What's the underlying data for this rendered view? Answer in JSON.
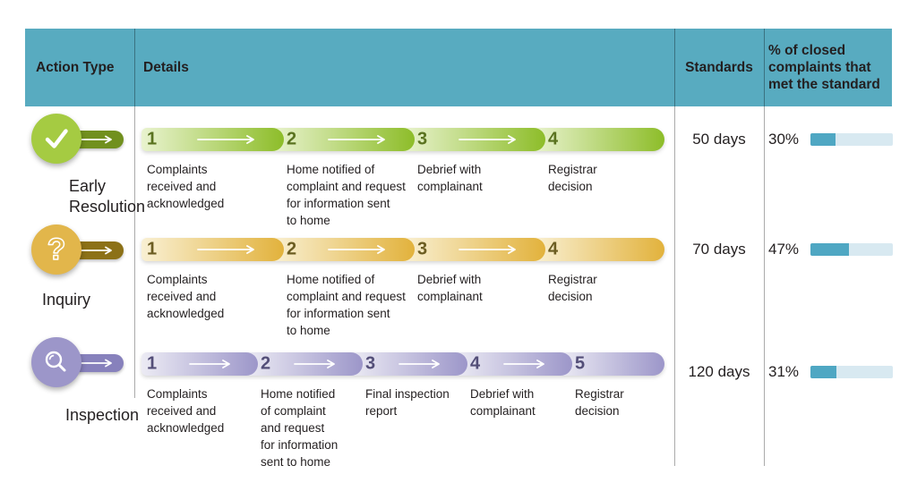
{
  "header": {
    "action_type": "Action Type",
    "details": "Details",
    "standards": "Standards",
    "closed_pct": "% of closed\ncomplaints that\nmet the standard"
  },
  "colors": {
    "teal_header": "#58ABC0",
    "ink": "#231F20",
    "bar_fill": "#4FA7C3",
    "bar_track": "#D8E9F1",
    "green": {
      "circle": "#A5CB42",
      "pill": "#71901E",
      "band_light": "#E9F3CF",
      "band_strong": "#8DBD29",
      "number": "#5A7320"
    },
    "gold": {
      "circle": "#E2B64B",
      "pill": "#8C7117",
      "band_light": "#F9F0D3",
      "band_strong": "#E2B23C",
      "number": "#6C5D22"
    },
    "purple": {
      "circle": "#9C96C9",
      "pill": "#8781BC",
      "band_light": "#ECEBF4",
      "band_strong": "#9C96C9",
      "number": "#534E78"
    }
  },
  "rows": [
    {
      "label": "Early\nResolution",
      "icon": "check-icon",
      "standard": "50 days",
      "percent_label": "30%",
      "percent": 30,
      "steps": [
        {
          "num": "1",
          "text": "Complaints\nreceived and\nacknowledged"
        },
        {
          "num": "2",
          "text": "Home notified of\ncomplaint and request\nfor information sent\nto home"
        },
        {
          "num": "3",
          "text": "Debrief with\ncomplainant"
        },
        {
          "num": "4",
          "text": "Registrar\ndecision"
        }
      ]
    },
    {
      "label": "Inquiry",
      "icon": "question-icon",
      "standard": "70 days",
      "percent_label": "47%",
      "percent": 47,
      "steps": [
        {
          "num": "1",
          "text": "Complaints\nreceived and\nacknowledged"
        },
        {
          "num": "2",
          "text": "Home notified of\ncomplaint and request\nfor information sent\nto home"
        },
        {
          "num": "3",
          "text": "Debrief with\ncomplainant"
        },
        {
          "num": "4",
          "text": "Registrar\ndecision"
        }
      ]
    },
    {
      "label": "Inspection",
      "icon": "magnifier-icon",
      "standard": "120 days",
      "percent_label": "31%",
      "percent": 31,
      "steps": [
        {
          "num": "1",
          "text": "Complaints\nreceived and\nacknowledged"
        },
        {
          "num": "2",
          "text": "Home notified\nof complaint\nand request\nfor information\nsent to home"
        },
        {
          "num": "3",
          "text": "Final inspection\nreport"
        },
        {
          "num": "4",
          "text": "Debrief with\ncomplainant"
        },
        {
          "num": "5",
          "text": "Registrar\ndecision"
        }
      ]
    }
  ]
}
